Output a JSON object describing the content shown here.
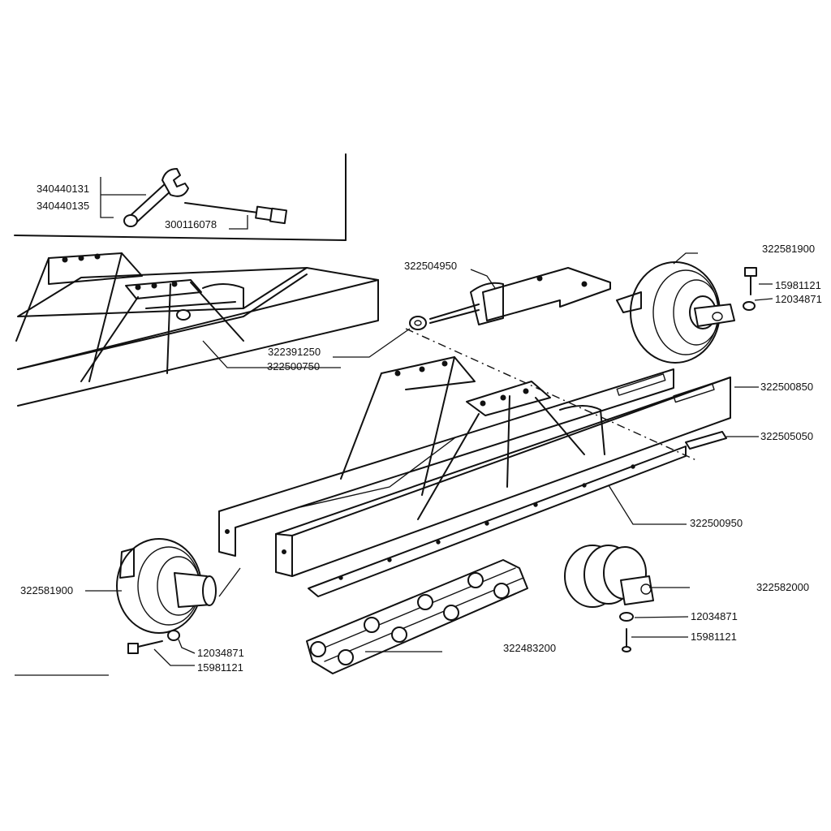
{
  "parts": {
    "wrench_a": "340440131",
    "wrench_b": "340440135",
    "grease_tool": "300116078",
    "tension_bolt": "322504950",
    "nut": "322391250",
    "frame_left": "322500750",
    "idler_right": "322581900",
    "bolt_right": "15981121",
    "washer_right": "12034871",
    "frame_right": "322500850",
    "plate_small": "322505050",
    "wear_strip": "322500950",
    "idler_left": "322581900",
    "roller": "322582000",
    "washer_mid": "12034871",
    "bolt_mid": "15981121",
    "chain": "322483200",
    "washer_left": "12034871",
    "bolt_left": "15981121"
  }
}
